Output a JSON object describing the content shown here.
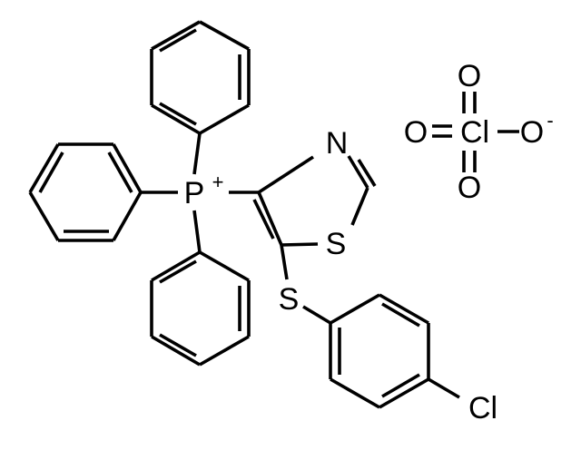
{
  "molecule": {
    "atoms": {
      "phosphorus": "P",
      "phosphorus_charge": "+",
      "thiazole_nitrogen": "N",
      "thiazole_sulfur": "S",
      "thioether_sulfur": "S",
      "aryl_chlorine": "Cl"
    },
    "perchlorate": {
      "chlorine": "Cl",
      "oxygen_top": "O",
      "oxygen_left": "O",
      "oxygen_bottom": "O",
      "oxygen_right": "O",
      "oxygen_right_charge": "-"
    }
  }
}
